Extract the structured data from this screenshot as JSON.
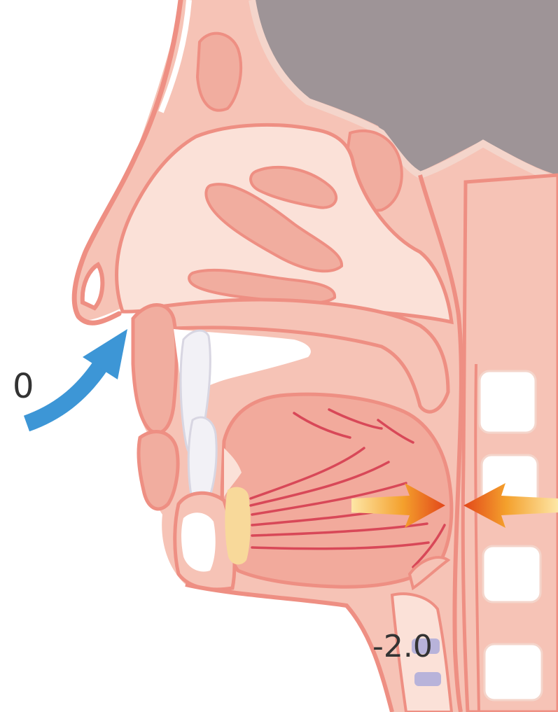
{
  "labels": {
    "atmospheric_pressure": "0",
    "airway_pressure": "-2.0"
  },
  "colors": {
    "tissue_fill": "#f6c3b6",
    "tissue_light": "#fbe1d8",
    "outline": "#ee8f83",
    "brain": "#9e9497",
    "airflow_arrow": "#3d96d6",
    "compression_arrow": "#f08a1f",
    "muscle_lines": "#d84858",
    "vertebra": "#ffffff",
    "teeth": "#f2f1f6",
    "hyoid": "#f8d99a",
    "trachea_ring": "#b8b3da"
  },
  "icons": {
    "airflow": "curved-arrow-up-right",
    "compression_left": "arrow-right",
    "compression_right": "arrow-left"
  }
}
